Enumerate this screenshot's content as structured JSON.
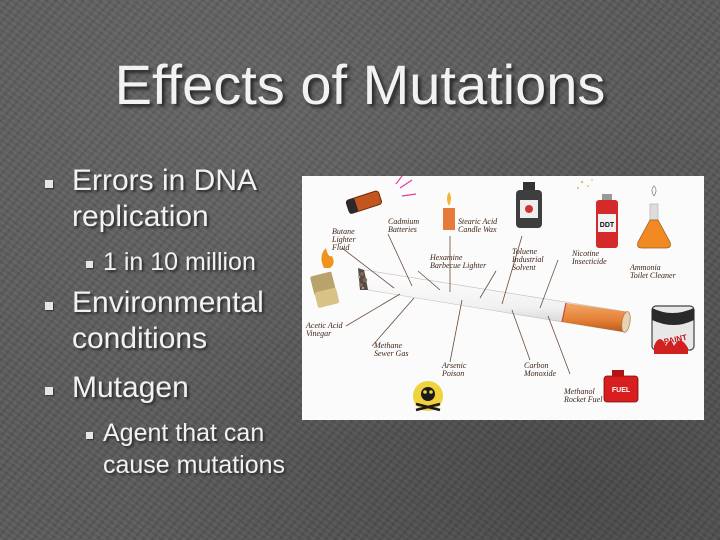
{
  "slide": {
    "title": "Effects of Mutations",
    "bullets": [
      {
        "text_line1": "Errors in DNA",
        "text_line2": "replication",
        "sub": [
          "1 in 10 million"
        ]
      },
      {
        "text_line1": "Environmental",
        "text_line2": "conditions",
        "sub": []
      },
      {
        "text_line1": "Mutagen",
        "text_line2": "",
        "sub": [
          "Agent that can",
          "cause mutations"
        ]
      }
    ]
  },
  "image_labels": {
    "cadmium": [
      "Cadmium",
      "Batteries"
    ],
    "stearic": [
      "Stearic Acid",
      "Candle Wax"
    ],
    "butane": [
      "Butane",
      "Lighter",
      "Fluid"
    ],
    "hexamine": [
      "Hexamine",
      "Barbecue Lighter"
    ],
    "toluene": [
      "Toluene",
      "Industrial",
      "Solvent"
    ],
    "nicotine": [
      "Nicotine",
      "Insecticide"
    ],
    "ammonia": [
      "Ammonia",
      "Toilet Cleaner"
    ],
    "acetic": [
      "Acetic Acid",
      "Vinegar"
    ],
    "methane": [
      "Methane",
      "Sewer Gas"
    ],
    "arsenic": [
      "Arsenic",
      "Poison"
    ],
    "carbon": [
      "Carbon",
      "Monoxide"
    ],
    "methanol": [
      "Methanol",
      "Rocket Fuel"
    ],
    "ddt_can": "DDT",
    "paint_can": "PAINT",
    "fuel_can": "FUEL"
  },
  "colors": {
    "background": "#595959",
    "text": "#f2f2f2",
    "filter": "#e8843a"
  }
}
